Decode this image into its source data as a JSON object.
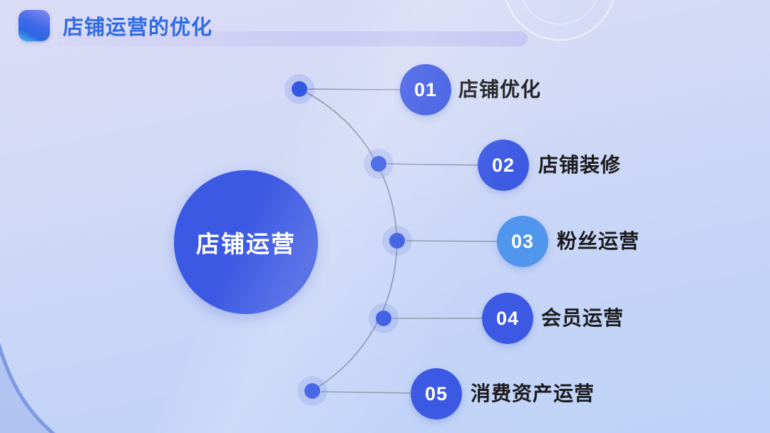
{
  "slide": {
    "title": "店铺运营的优化",
    "center_label": "店铺运营",
    "items": [
      {
        "number": "01",
        "label": "店铺优化",
        "color": "#3c59e3"
      },
      {
        "number": "02",
        "label": "店铺装修",
        "color": "#3c59e3"
      },
      {
        "number": "03",
        "label": "粉丝运营",
        "color": "#4f96ec"
      },
      {
        "number": "04",
        "label": "会员运营",
        "color": "#3c59e3"
      },
      {
        "number": "05",
        "label": "消费资产运营",
        "color": "#3c59e3"
      }
    ],
    "colors": {
      "title_text": "#2e6ae6",
      "center_circle": "#3c59e3",
      "badge_default": "#3c59e3",
      "badge_highlight": "#4f96ec",
      "label_text": "#1c1c1f",
      "arc_line": "#8e98ae",
      "dot_core": "#3558e2",
      "background_top": "#dcdcf6",
      "background_bottom": "#bed3f8"
    }
  }
}
